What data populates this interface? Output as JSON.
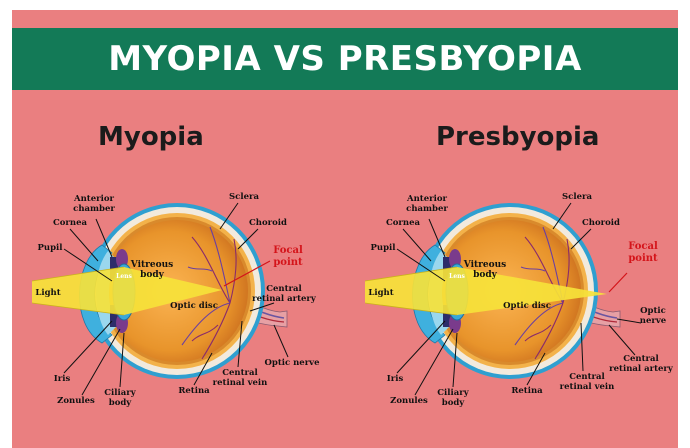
{
  "banner_title": "MYOPIA VS PRESBYOPIA",
  "panels": [
    {
      "title": "Myopia",
      "labels": {
        "anterior_chamber": [
          "Anterior",
          "chamber"
        ],
        "cornea": "Cornea",
        "pupil": "Pupil",
        "light": "Light",
        "lens": "Lens",
        "vitreous_body": [
          "Vitreous",
          "body"
        ],
        "optic_disc": "Optic disc",
        "sclera": "Sclera",
        "choroid": "Choroid",
        "focal_point": [
          "Focal",
          "point"
        ],
        "central_retinal_artery": [
          "Central",
          "retinal artery"
        ],
        "optic_nerve": "Optic nerve",
        "central_retinal_vein": [
          "Central",
          "retinal vein"
        ],
        "retina": "Retina",
        "ciliary_body": [
          "Ciliary",
          "body"
        ],
        "zonules": "Zonules",
        "iris": "Iris"
      }
    },
    {
      "title": "Presbyopia",
      "labels": {
        "anterior_chamber": [
          "Anterior",
          "chamber"
        ],
        "cornea": "Cornea",
        "pupil": "Pupil",
        "light": "Light",
        "lens": "Lens",
        "vitreous_body": [
          "Vitreous",
          "body"
        ],
        "optic_disc": "Optic disc",
        "sclera": "Sclera",
        "choroid": "Choroid",
        "focal_point": [
          "Focal",
          "point"
        ],
        "optic_nerve": [
          "Optic",
          "nerve"
        ],
        "central_retinal_artery": [
          "Central",
          "retinal artery"
        ],
        "central_retinal_vein": [
          "Central",
          "retinal vein"
        ],
        "retina": "Retina",
        "ciliary_body": [
          "Ciliary",
          "body"
        ],
        "zonules": "Zonules",
        "iris": "Iris"
      }
    }
  ],
  "colors": {
    "background": "#ea7f80",
    "banner": "#137a57",
    "light_beam": "#f6e23a",
    "focal_label": "#d4141a",
    "sclera": "#f2eadd",
    "choroid": "#f3b24a",
    "vitreous": "#e8942b"
  }
}
